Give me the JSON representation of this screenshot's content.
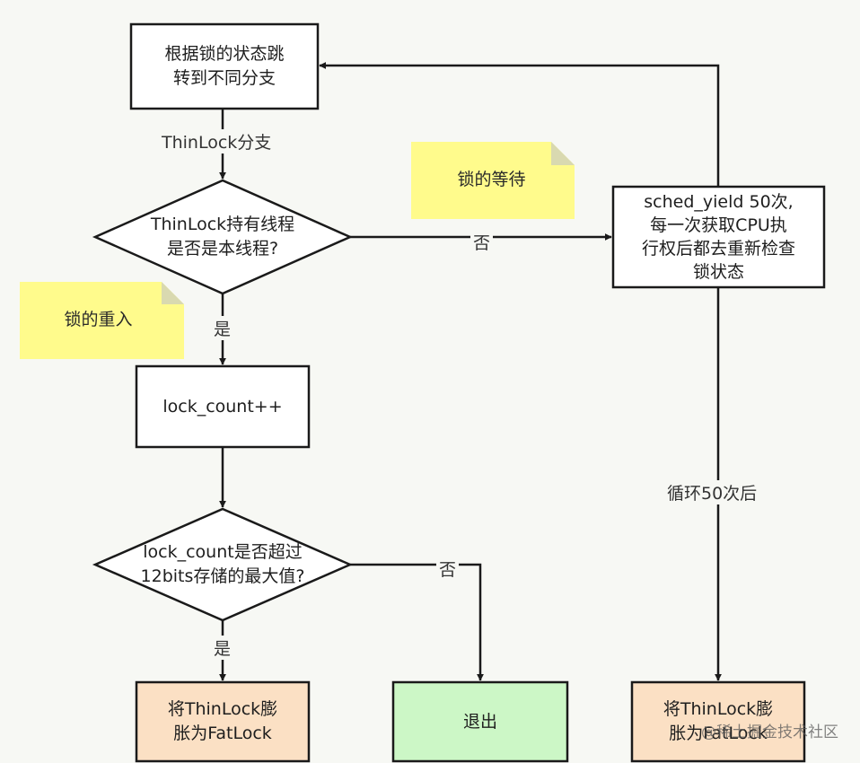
{
  "nodes": {
    "dispatch": "根据锁的状态跳\n转到不同分支",
    "is_owner": "ThinLock持有线程\n是否是本线程?",
    "count_inc": "lock_count++",
    "is_overflow": "lock_count是否超过\n12bits存储的最大值?",
    "inflate_left": "将ThinLock膨\n胀为FatLock",
    "exit": "退出",
    "sched_yield": "sched_yield 50次,\n每一次获取CPU执\n行权后都去重新检查\n锁状态",
    "inflate_right": "将ThinLock膨\n胀为FatLock"
  },
  "notes": {
    "wait": "锁的等待",
    "reentry": "锁的重入"
  },
  "edge_labels": {
    "thinlock_branch": "ThinLock分支",
    "owner_no": "否",
    "owner_yes": "是",
    "overflow_no": "否",
    "overflow_yes": "是",
    "loop_50": "循环50次后"
  },
  "watermark": "@稀土掘金技术社区",
  "colors": {
    "stroke": "#1a1a1a",
    "box_fill": "#ffffff",
    "inflate_fill": "#fbe0c4",
    "exit_fill": "#ccf7c6",
    "note_fill": "#fffb8c",
    "note_fold": "#d9d9b0",
    "background": "#f7f8f4"
  }
}
